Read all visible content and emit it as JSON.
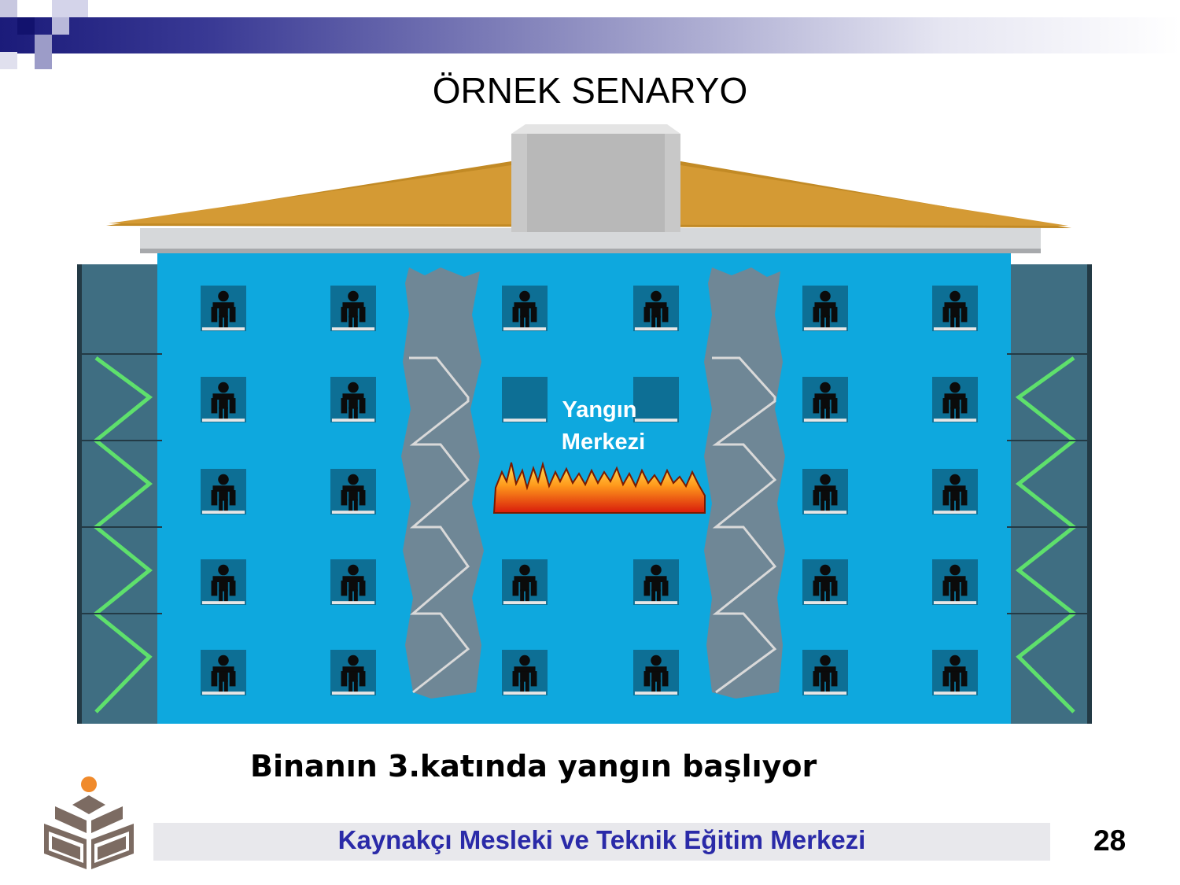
{
  "slide": {
    "title": "ÖRNEK SENARYO",
    "fire_label_line1": "Yangın",
    "fire_label_line2": "Merkezi",
    "caption": "Binanın 3.katında yangın başlıyor",
    "footer": "Kaynakçı Mesleki ve Teknik Eğitim Merkezi",
    "page_number": "28"
  },
  "icons": [
    "building-illustration",
    "fire-icon",
    "person-icon",
    "stairs-icon",
    "institution-logo-icon"
  ],
  "colors": {
    "building": "#0ea8de",
    "stairwell": "#6f8796",
    "roof": "#c28a25",
    "side_tower": "#3f6e82",
    "side_stairs": "#5ee06c",
    "footer_text": "#2a2aa8",
    "logo_dot": "#f08a2b",
    "logo_body": "#7c6b62"
  }
}
